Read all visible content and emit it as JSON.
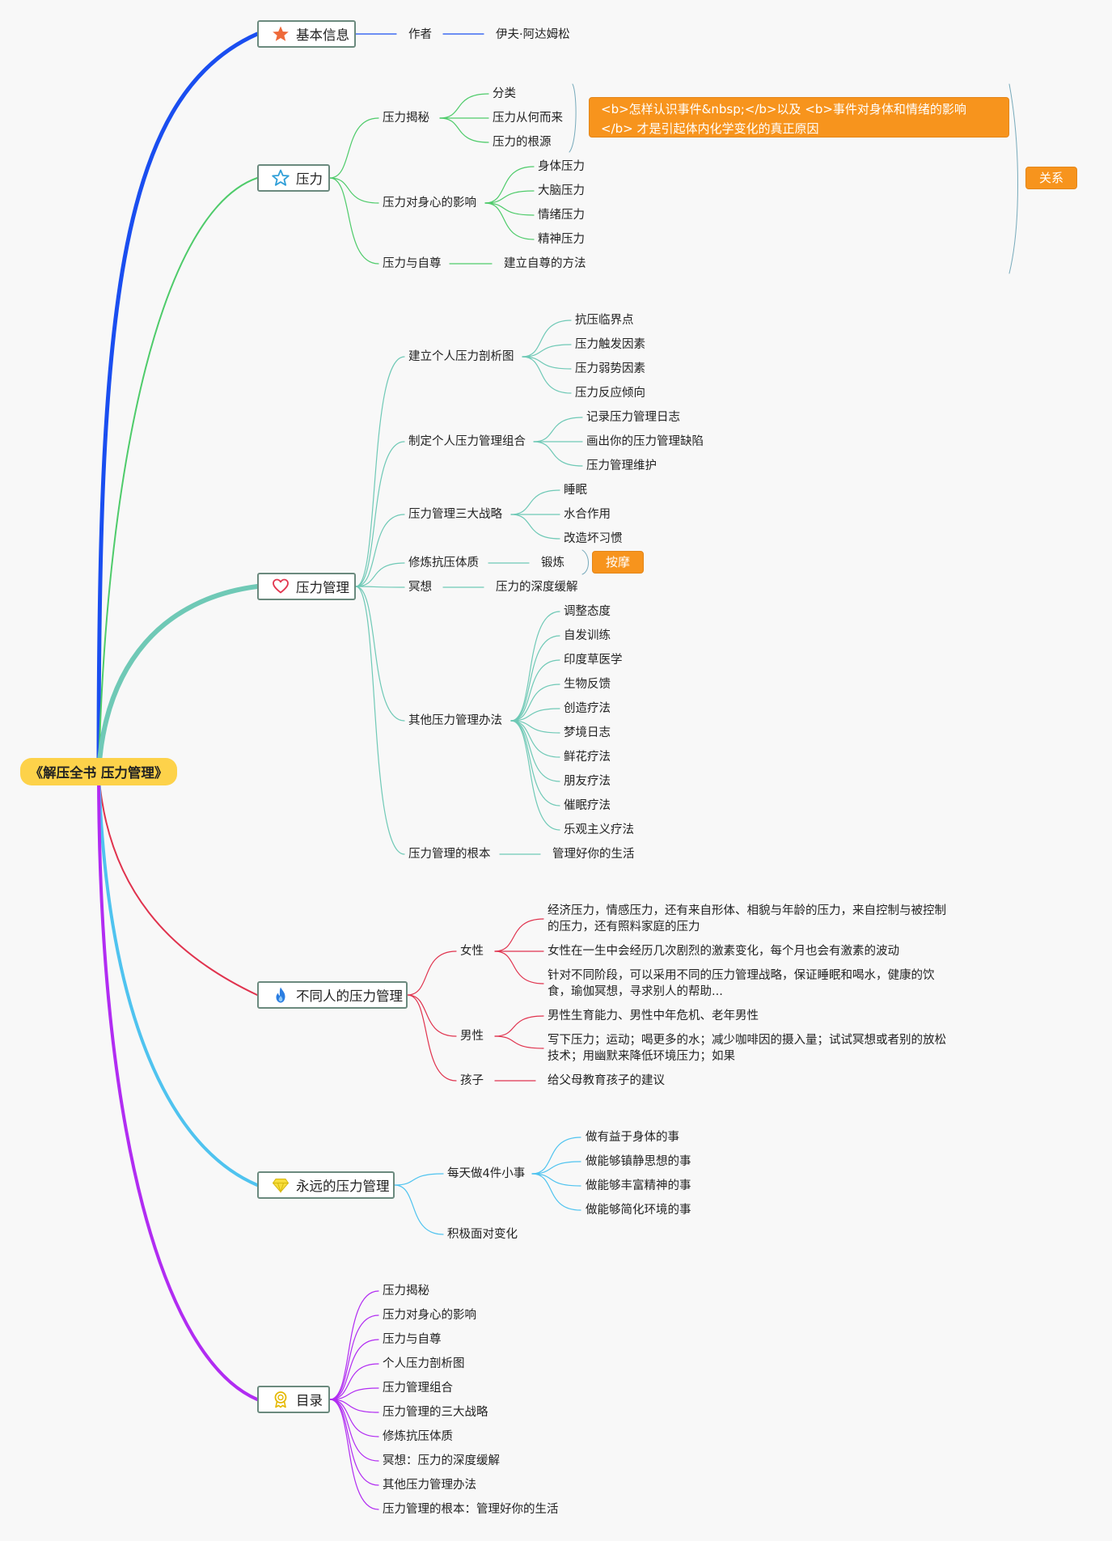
{
  "root": {
    "label": "《解压全书 压力管理》"
  },
  "colors": {
    "background": "#f8f8f8",
    "root": "#fdd24a",
    "note": "#f7941d",
    "basic_info": "#1a4ef0",
    "pressure": "#4ecb6a",
    "management": "#6fc9b6",
    "people": "#e0334e",
    "forever": "#4fc3ef",
    "toc": "#b12cf2"
  },
  "branches": {
    "basic_info": {
      "label": "基本信息",
      "icon": "star-icon",
      "author_label": "作者",
      "author_name": "伊夫·阿达姆松"
    },
    "pressure": {
      "label": "压力",
      "icon": "star-outline-icon",
      "reveal": {
        "label": "压力揭秘",
        "items": [
          "分类",
          "压力从何而来",
          "压力的根源"
        ]
      },
      "impact": {
        "label": "压力对身心的影响",
        "items": [
          "身体压力",
          "大脑压力",
          "情绪压力",
          "精神压力"
        ]
      },
      "self_esteem": {
        "label": "压力与自尊",
        "child": "建立自尊的方法"
      },
      "note": "<b>怎样认识事件&nbsp;</b>以及 <b>事件对身体和情绪的影响</b> 才是引起体内化学变化的真正原因",
      "relation_label": "关系"
    },
    "management": {
      "label": "压力管理",
      "icon": "heart-icon",
      "profile": {
        "label": "建立个人压力剖析图",
        "items": [
          "抗压临界点",
          "压力触发因素",
          "压力弱势因素",
          "压力反应倾向"
        ]
      },
      "combo": {
        "label": "制定个人压力管理组合",
        "items": [
          "记录压力管理日志",
          "画出你的压力管理缺陷",
          "压力管理维护"
        ]
      },
      "strategies": {
        "label": "压力管理三大战略",
        "items": [
          "睡眠",
          "水合作用",
          "改造坏习惯"
        ]
      },
      "constitution": {
        "label": "修炼抗压体质",
        "child": "锻炼",
        "note": "按摩"
      },
      "meditation": {
        "label": "冥想",
        "child": "压力的深度缓解"
      },
      "others": {
        "label": "其他压力管理办法",
        "items": [
          "调整态度",
          "自发训练",
          "印度草医学",
          "生物反馈",
          "创造疗法",
          "梦境日志",
          "鲜花疗法",
          "朋友疗法",
          "催眠疗法",
          "乐观主义疗法"
        ]
      },
      "root_cause": {
        "label": "压力管理的根本",
        "child": "管理好你的生活"
      }
    },
    "people": {
      "label": "不同人的压力管理",
      "icon": "fire-icon",
      "women": {
        "label": "女性",
        "items": [
          "经济压力，情感压力，还有来自形体、相貌与年龄的压力，来自控制与被控制的压力，还有照料家庭的压力",
          "女性在一生中会经历几次剧烈的激素变化，每个月也会有激素的波动",
          "针对不同阶段，可以采用不同的压力管理战略，保证睡眠和喝水，健康的饮食，瑜伽冥想，寻求别人的帮助..."
        ]
      },
      "men": {
        "label": "男性",
        "items": [
          "男性生育能力、男性中年危机、老年男性",
          "写下压力；运动；喝更多的水；减少咖啡因的摄入量；试试冥想或者别的放松技术；用幽默来降低环境压力；如果"
        ]
      },
      "children": {
        "label": "孩子",
        "child": "给父母教育孩子的建议"
      }
    },
    "forever": {
      "label": "永远的压力管理",
      "icon": "diamond-icon",
      "daily": {
        "label": "每天做4件小事",
        "items": [
          "做有益于身体的事",
          "做能够镇静思想的事",
          "做能够丰富精神的事",
          "做能够简化环境的事"
        ]
      },
      "positive": {
        "label": "积极面对变化"
      }
    },
    "toc": {
      "label": "目录",
      "icon": "medal-icon",
      "items": [
        "压力揭秘",
        "压力对身心的影响",
        "压力与自尊",
        "个人压力剖析图",
        "压力管理组合",
        "压力管理的三大战略",
        "修炼抗压体质",
        "冥想：压力的深度缓解",
        "其他压力管理办法",
        "压力管理的根本：管理好你的生活"
      ]
    }
  }
}
